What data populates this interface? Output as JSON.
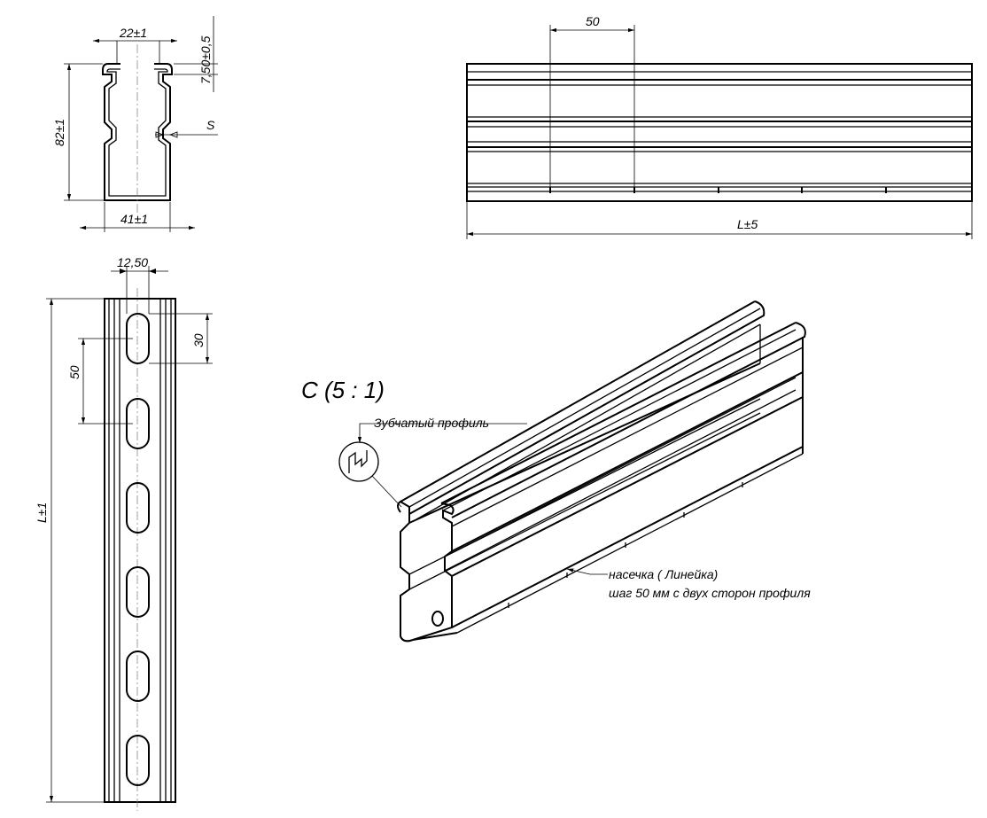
{
  "labels": {
    "width_top": "22±1",
    "lip_height": "7,50±0,5",
    "height": "82±1",
    "thickness": "S",
    "width_bottom": "41±1",
    "pitch_side": "50",
    "length_side": "L±5",
    "slot_width": "12,50",
    "slot_length": "30",
    "pitch_front": "50",
    "length_front": "L±1",
    "detail_title": "C (5 : 1)",
    "note_profile": "Зубчатый профиль",
    "note_notch_1": "насечка ( Линейка)",
    "note_notch_2": "шаг 50 мм с двух сторон профиля"
  },
  "icons": {
    "detail_callout": "detail-circle-icon",
    "arrow": "arrow-icon"
  }
}
